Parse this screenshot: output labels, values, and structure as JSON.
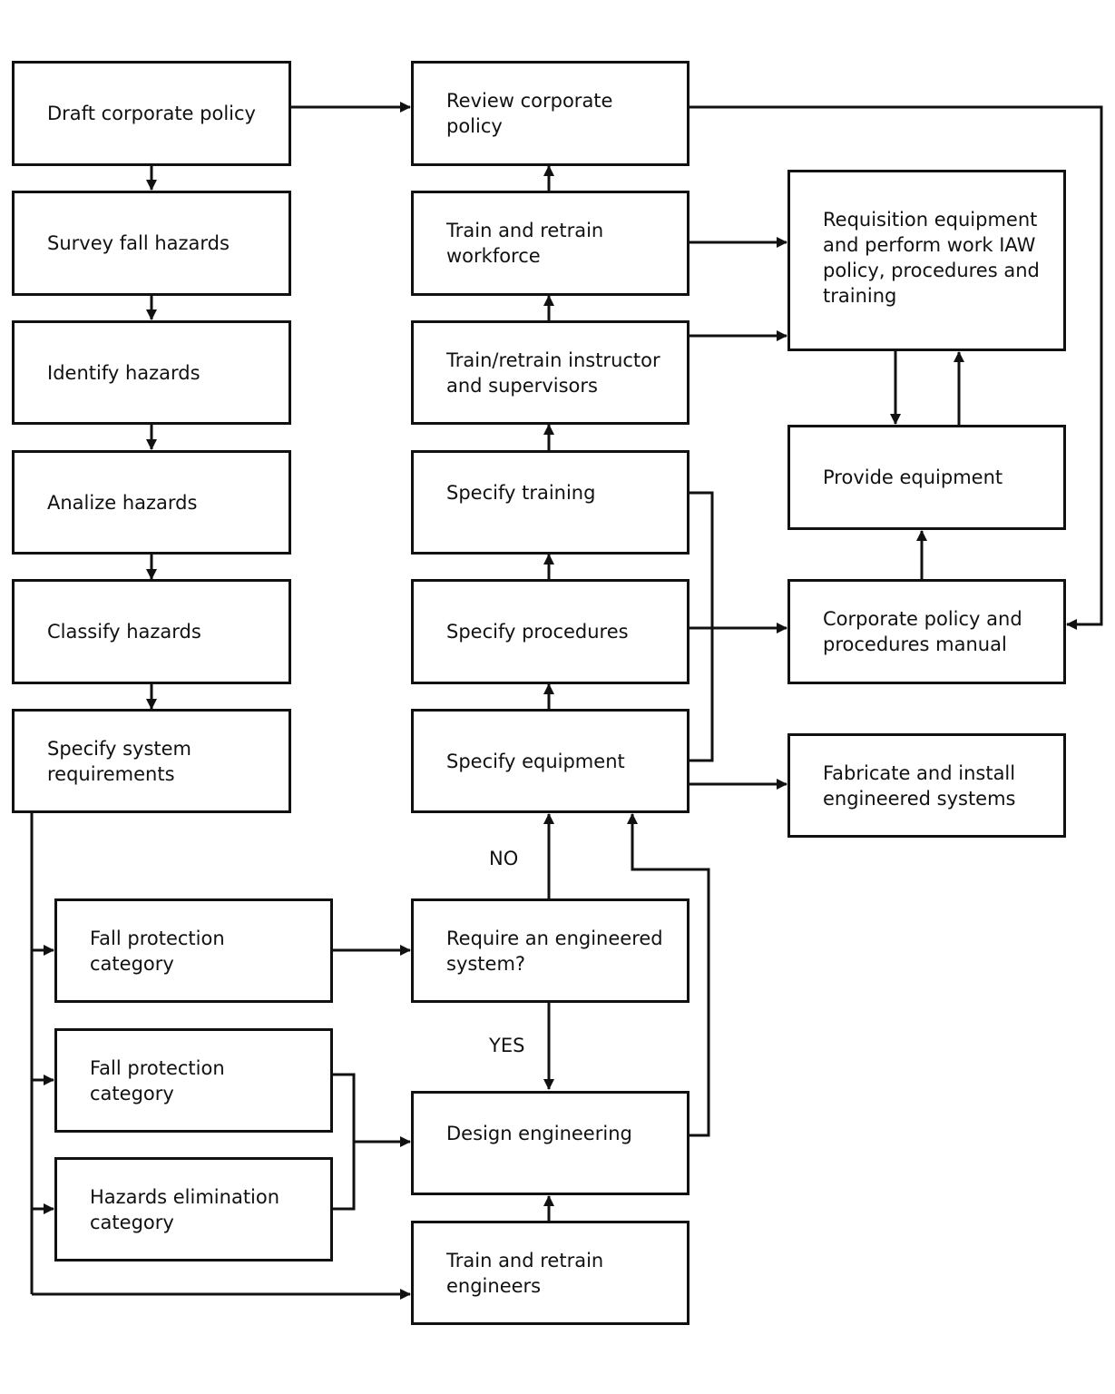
{
  "nodes": {
    "draft_policy": "Draft corporate policy",
    "survey_hazards": "Survey fall hazards",
    "identify_hazards": "Identify hazards",
    "analize_hazards": "Analize hazards",
    "classify_hazards": "Classify hazards",
    "specify_system_requirements": "Specify system\nrequirements",
    "fall_protection_category_1": "Fall protection\ncategory",
    "fall_protection_category_2": "Fall protection\ncategory",
    "hazards_elimination_category": "Hazards elimination\ncategory",
    "review_policy": "Review corporate\npolicy",
    "train_workforce": "Train and retrain\nworkforce",
    "train_instructors": "Train/retrain instructor\nand supervisors",
    "specify_training": "Specify training",
    "specify_procedures": "Specify procedures",
    "specify_equipment": "Specify equipment",
    "require_engineered_system": "Require an engineered\nsystem?",
    "design_engineering": "Design engineering",
    "train_engineers": "Train and retrain\nengineers",
    "requisition_equipment": "Requisition equipment\nand perform work IAW\npolicy, procedures and\ntraining",
    "provide_equipment": "Provide equipment",
    "policy_manual": "Corporate policy and\nprocedures manual",
    "fabricate_install": "Fabricate and install\nengineered systems"
  },
  "edge_labels": {
    "no": "NO",
    "yes": "YES"
  },
  "colors": {
    "line": "#111111",
    "background": "#ffffff"
  }
}
